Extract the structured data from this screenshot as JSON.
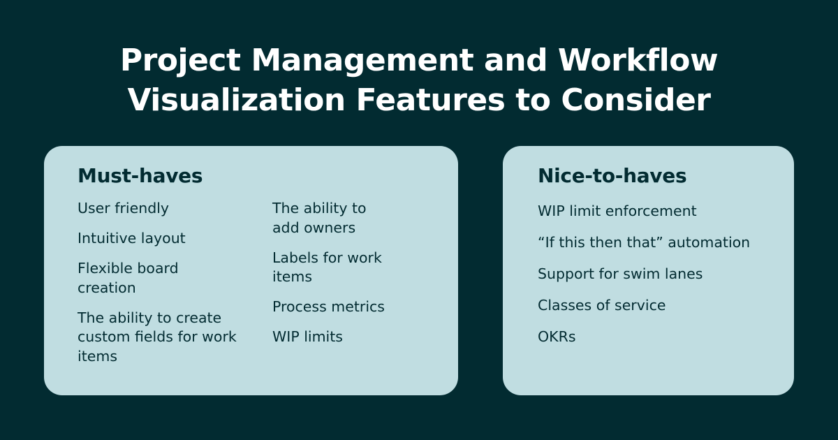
{
  "title": {
    "line1": "Project Management and Workflow",
    "line2": "Visualization Features to Consider"
  },
  "must_haves": {
    "heading": "Must-haves",
    "left_items": [
      "User friendly",
      "Intuitive layout",
      "Flexible board creation",
      "The ability to create custom fields for work items"
    ],
    "right_items": [
      "The ability to add owners",
      "Labels for work items",
      "Process metrics",
      "WIP limits"
    ]
  },
  "nice_to_haves": {
    "heading": "Nice-to-haves",
    "items": [
      "WIP limit enforcement",
      "“If this then that” automation",
      "Support for swim lanes",
      "Classes of service",
      "OKRs"
    ]
  },
  "colors": {
    "background": "#022b31",
    "card": "#c0dde1",
    "text_dark": "#022b31",
    "title_text": "#ffffff"
  }
}
